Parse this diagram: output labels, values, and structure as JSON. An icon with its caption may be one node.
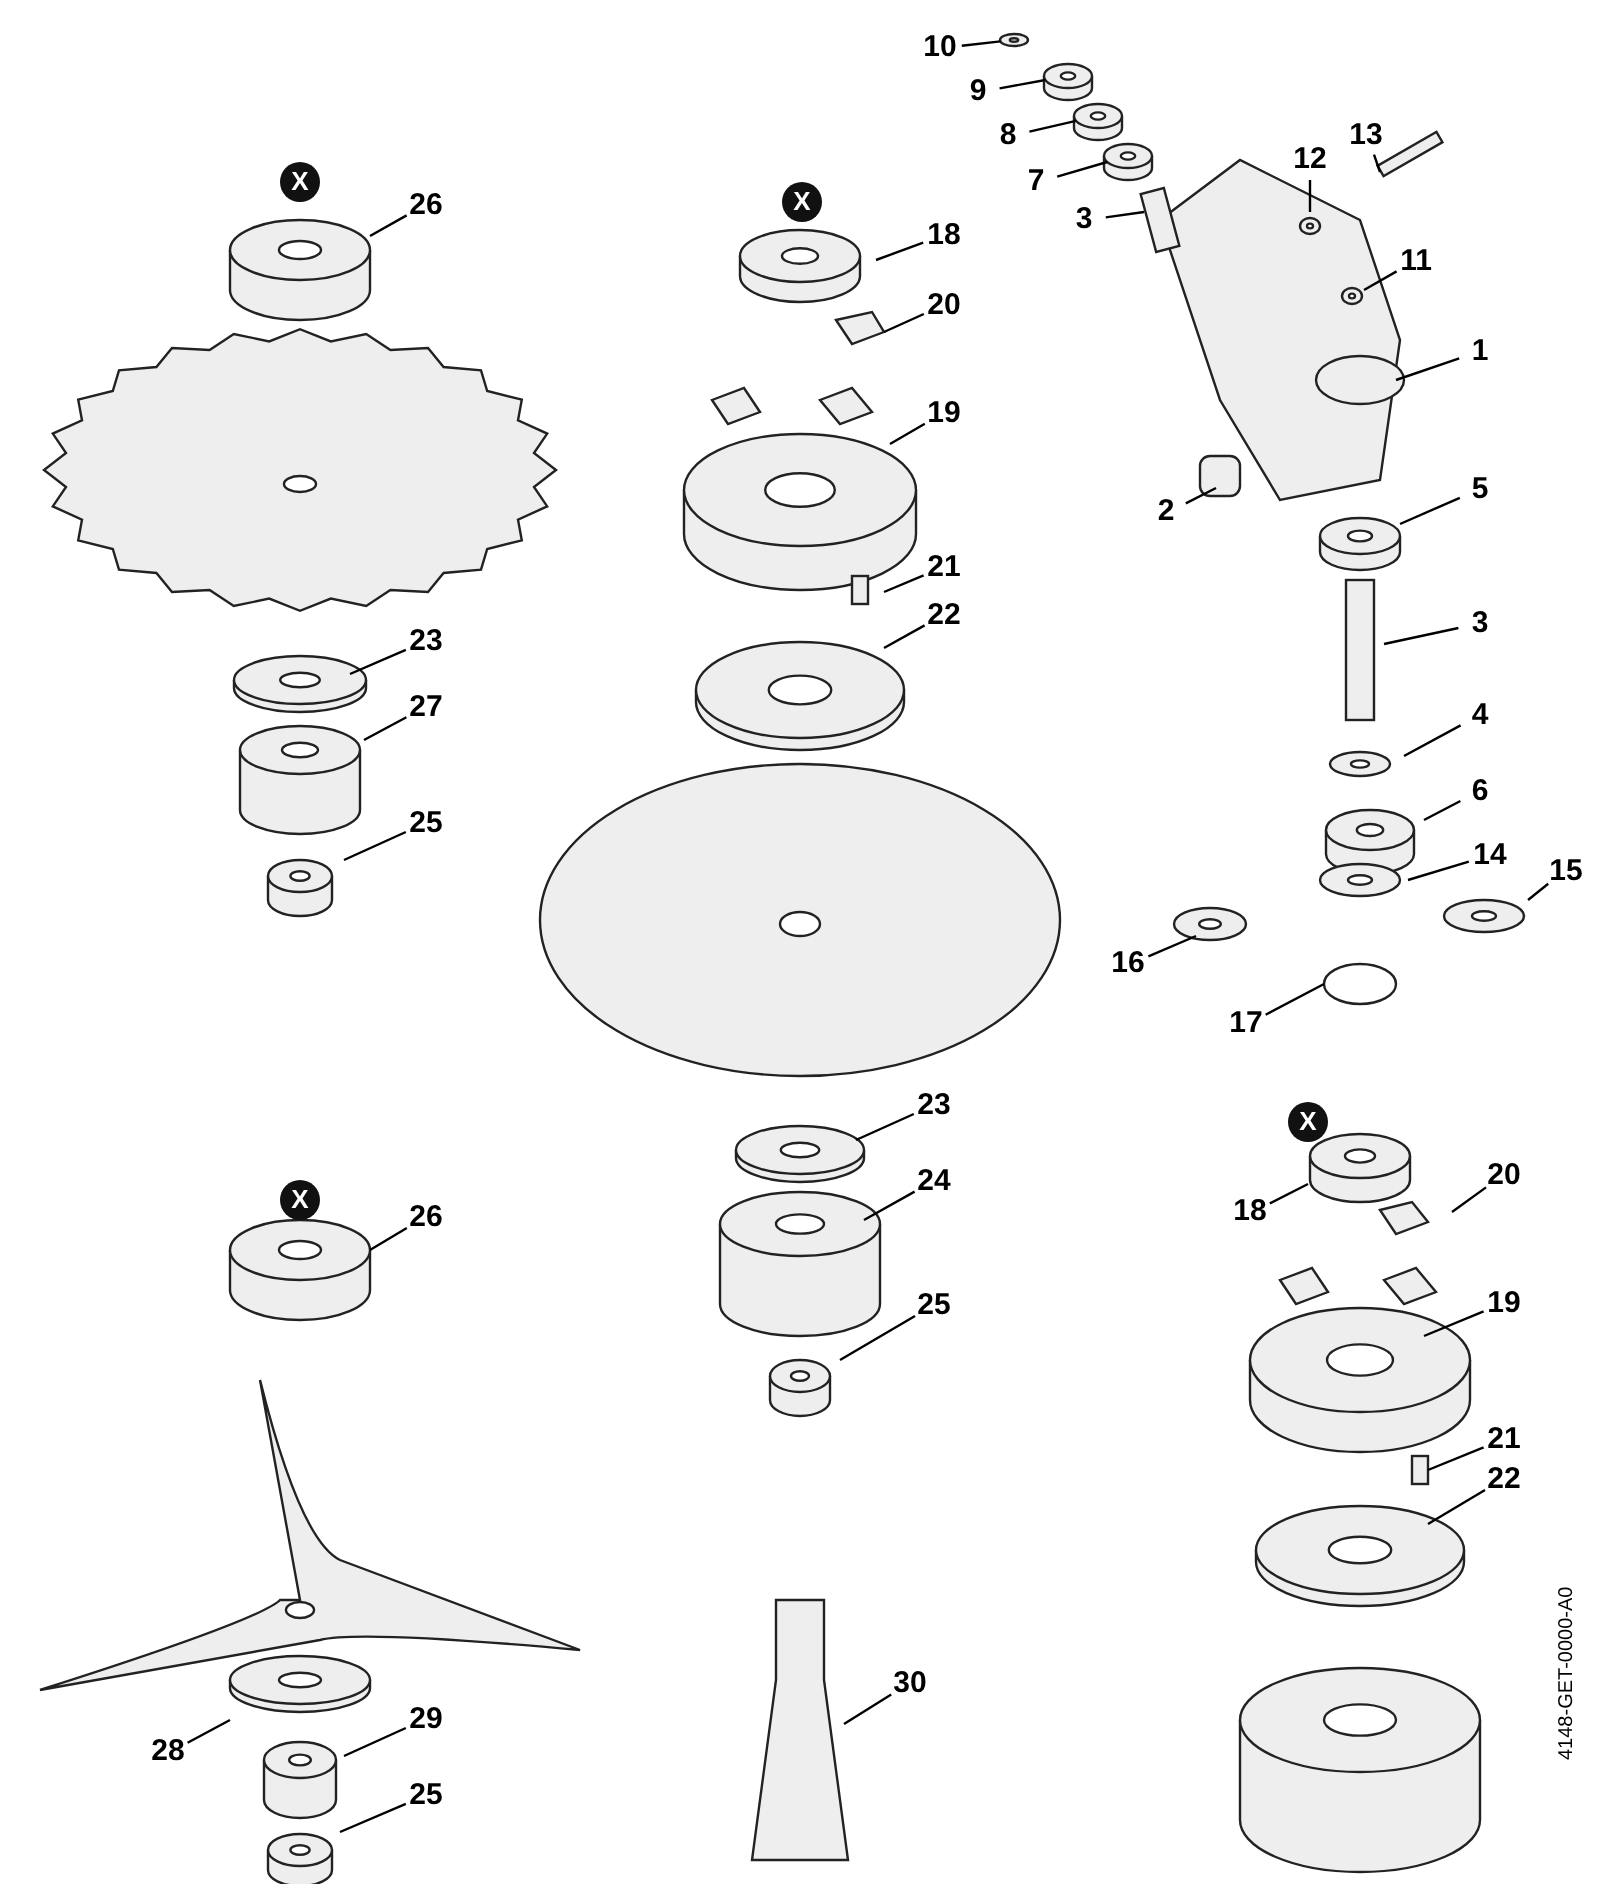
{
  "diagram": {
    "nodes": [
      {
        "text": [
          "10"
        ]
      },
      {
        "text": [
          "9"
        ]
      },
      {
        "text": [
          "8"
        ]
      },
      {
        "text": [
          "13"
        ]
      },
      {
        "text": [
          "7"
        ]
      },
      {
        "text": [
          "12"
        ]
      },
      {
        "text": [
          "26"
        ]
      },
      {
        "text": [
          "3"
        ]
      },
      {
        "text": [
          "18"
        ]
      },
      {
        "text": [
          "11"
        ]
      },
      {
        "text": [
          "20"
        ]
      },
      {
        "text": [
          "1"
        ]
      },
      {
        "text": [
          "19"
        ]
      },
      {
        "text": [
          "2"
        ]
      },
      {
        "text": [
          "5"
        ]
      },
      {
        "text": [
          "21"
        ]
      },
      {
        "text": [
          "22"
        ]
      },
      {
        "text": [
          "3"
        ]
      },
      {
        "text": [
          "23"
        ]
      },
      {
        "text": [
          "27"
        ]
      },
      {
        "text": [
          "4"
        ]
      },
      {
        "text": [
          "6"
        ]
      },
      {
        "text": [
          "25"
        ]
      },
      {
        "text": [
          "14"
        ]
      },
      {
        "text": [
          "15"
        ]
      },
      {
        "text": [
          "16"
        ]
      },
      {
        "text": [
          "17"
        ]
      },
      {
        "text": [
          "23"
        ]
      },
      {
        "text": [
          "18"
        ]
      },
      {
        "text": [
          "20"
        ]
      },
      {
        "text": [
          "26"
        ]
      },
      {
        "text": [
          "24"
        ]
      },
      {
        "text": [
          "19"
        ]
      },
      {
        "text": [
          "25"
        ]
      },
      {
        "text": [
          "21"
        ]
      },
      {
        "text": [
          "22"
        ]
      },
      {
        "text": [
          "30"
        ]
      },
      {
        "text": [
          "29"
        ]
      },
      {
        "text": [
          "28"
        ]
      },
      {
        "text": [
          "25"
        ]
      },
      {
        "text": [],
        "shape": "picture"
      },
      {
        "text": [],
        "shape": "picture"
      },
      {
        "text": [],
        "shape": "picture"
      },
      {
        "text": [],
        "shape": "picture"
      }
    ],
    "edges": [
      {
        "from": 0,
        "to": 40,
        "arrow": "none"
      },
      {
        "from": 1,
        "to": 41,
        "arrow": "none"
      },
      {
        "from": 2,
        "to": 42,
        "arrow": "none"
      },
      {
        "from": 3,
        "to": null,
        "arrow": "none"
      },
      {
        "from": 4,
        "to": 43,
        "arrow": "none"
      },
      {
        "from": 5,
        "to": null,
        "arrow": "none"
      },
      {
        "from": 6,
        "to": null,
        "arrow": "none"
      },
      {
        "from": 7,
        "to": null,
        "arrow": "none"
      },
      {
        "from": 8,
        "to": null,
        "arrow": "none"
      },
      {
        "from": 9,
        "to": null,
        "arrow": "none"
      },
      {
        "from": 10,
        "to": null,
        "arrow": "none"
      },
      {
        "from": 11,
        "to": null,
        "arrow": "none"
      },
      {
        "from": 12,
        "to": null,
        "arrow": "none"
      },
      {
        "from": 13,
        "to": null,
        "arrow": "none"
      },
      {
        "from": 14,
        "to": null,
        "arrow": "none"
      },
      {
        "from": 15,
        "to": null,
        "arrow": "none"
      },
      {
        "from": 16,
        "to": null,
        "arrow": "none"
      },
      {
        "from": 17,
        "to": null,
        "arrow": "none"
      },
      {
        "from": 18,
        "to": null,
        "arrow": "none"
      },
      {
        "from": 19,
        "to": null,
        "arrow": "none"
      },
      {
        "from": 20,
        "to": null,
        "arrow": "none"
      },
      {
        "from": 21,
        "to": null,
        "arrow": "none"
      },
      {
        "from": 22,
        "to": null,
        "arrow": "none"
      },
      {
        "from": 23,
        "to": null,
        "arrow": "none"
      },
      {
        "from": 24,
        "to": null,
        "arrow": "none"
      },
      {
        "from": 25,
        "to": null,
        "arrow": "none"
      },
      {
        "from": 26,
        "to": null,
        "arrow": "none"
      },
      {
        "from": 27,
        "to": null,
        "arrow": "none"
      },
      {
        "from": 28,
        "to": null,
        "arrow": "none"
      },
      {
        "from": 29,
        "to": null,
        "arrow": "none"
      },
      {
        "from": 30,
        "to": null,
        "arrow": "none"
      },
      {
        "from": 31,
        "to": null,
        "arrow": "none"
      },
      {
        "from": 32,
        "to": null,
        "arrow": "none"
      },
      {
        "from": 33,
        "to": null,
        "arrow": "none"
      },
      {
        "from": 34,
        "to": null,
        "arrow": "none"
      },
      {
        "from": 35,
        "to": null,
        "arrow": "none"
      },
      {
        "from": 36,
        "to": null,
        "arrow": "none"
      },
      {
        "from": 37,
        "to": null,
        "arrow": "none"
      },
      {
        "from": 38,
        "to": null,
        "arrow": "none"
      },
      {
        "from": 39,
        "to": null,
        "arrow": "none"
      }
    ],
    "labels": [
      "X",
      "X",
      "X",
      "X",
      "4148-GET-0000-A0"
    ]
  }
}
